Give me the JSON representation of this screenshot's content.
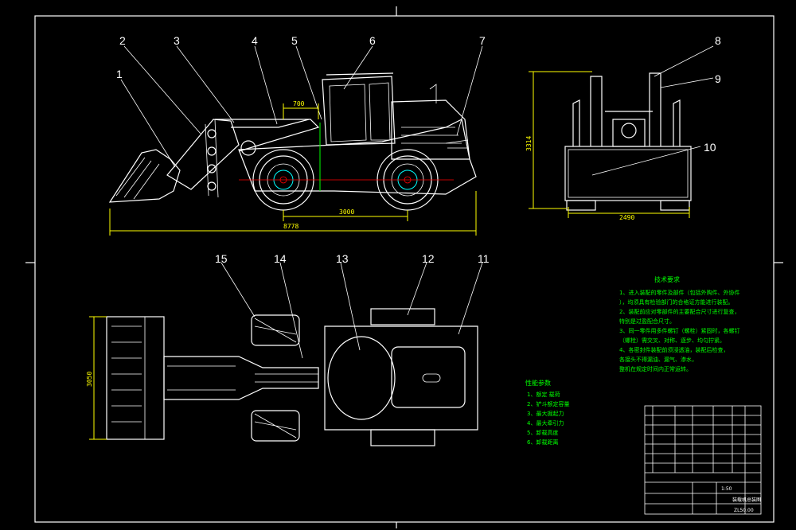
{
  "colors": {
    "background": "#000000",
    "lines": "#ffffff",
    "dimensions": "#ffff00",
    "notes": "#00ff00",
    "details": "#00ffff",
    "centerlines": "#ff0000"
  },
  "callouts": [
    "1",
    "2",
    "3",
    "4",
    "5",
    "6",
    "7",
    "8",
    "9",
    "10",
    "11",
    "12",
    "13",
    "14",
    "15"
  ],
  "dimensions": {
    "overall_length": "8778",
    "wheelbase": "3000",
    "bucket_offset": "700",
    "front_height": "3314",
    "track_width": "2490",
    "bucket_width": "3050"
  },
  "tech_requirements": {
    "title": "技术要求",
    "lines": [
      "1、进入装配的零件及部件（包括外购件、外协件",
      "），均须具有检验部门的合格证方能进行装配。",
      "2、装配前应对零部件的主要配合尺寸进行复查，",
      "特别是过盈配合尺寸。",
      "3、同一零件用多件螺钉（螺栓）紧固时，各螺钉",
      "（螺栓）需交叉、对称、逐步、均匀拧紧。",
      "4、各密封件装配前须浸透油，装配后检查，",
      "各接头不得漏油、漏气、渗水，",
      "整机在规定时间内正常运转。"
    ]
  },
  "performance": {
    "title": "性能参数",
    "lines": [
      "1、额定 载荷",
      "2、铲斗额定容量",
      "3、最大掘起力",
      "4、最大牵引力",
      "5、卸载高度",
      "6、卸载距离"
    ]
  },
  "title_block": {
    "drawing_name": "装载机总装图",
    "drawing_code": "ZL50.00",
    "scale": "1:50"
  }
}
